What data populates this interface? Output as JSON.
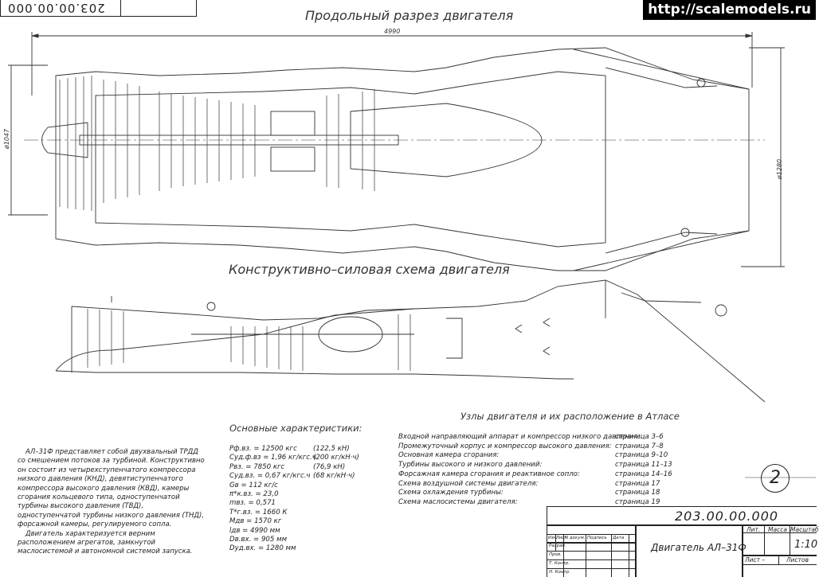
{
  "corner_stamp": {
    "number": "203.00.00.000"
  },
  "watermark": "http://scalemodels.ru",
  "section_titles": {
    "longitudinal": "Продольный разрез двигателя",
    "structural": "Конструктивно–силовая схема двигателя"
  },
  "dimensions": {
    "length": "4990",
    "diameter_front": "ø1047",
    "diameter_rear": "ø1280"
  },
  "description": [
    "АЛ–31Ф представляет собой двухвальный ТРДД со смешением потоков за турбиной. Конструктивно он состоит из четырехступенчатого компрессора низкого давления (КНД), девятиступенчатого компрессора высокого давления (КВД), камеры сгорания кольцевого типа, одноступенчатой турбины высокого давления (ТВД), одноступенчатой турбины низкого давления (ТНД), форсажной камеры, регулируемого сопла.",
    "Двигатель характеризуется верним расположением агрегатов, замкнутой маслосистемой и автономной системой запуска."
  ],
  "characteristics": {
    "title": "Основные характеристики:",
    "rows": [
      {
        "key": "Pф.вз. = 12500 кгс",
        "metric": "(122,5 кН)"
      },
      {
        "key": "Cуд.ф.вз = 1,96 кг/кгс.ч",
        "metric": "(200 кг/кН·ч)"
      },
      {
        "key": "Pвз. = 7850 кгс",
        "metric": "(76,9 кН)"
      },
      {
        "key": "Cуд.вз. = 0,67 кг/кгс.ч",
        "metric": "(68 кг/кН·ч)"
      },
      {
        "key": "Gв = 112 кг/с",
        "metric": ""
      },
      {
        "key": "π*к.вз. = 23,0",
        "metric": ""
      },
      {
        "key": "mвз. = 0,571",
        "metric": ""
      },
      {
        "key": "T*г.вз. = 1660 К",
        "metric": ""
      },
      {
        "key": "Mдв = 1570 кг",
        "metric": ""
      },
      {
        "key": "lдв = 4990 мм",
        "metric": ""
      },
      {
        "key": "Dв.вх. = 905 мм",
        "metric": ""
      },
      {
        "key": "Dуд.вх. = 1280 мм",
        "metric": ""
      }
    ]
  },
  "atlas": {
    "title": "Узлы двигателя и их расположение в Атласе",
    "rows": [
      {
        "name": "Входной направляющий аппарат и компрессор низкого давления:",
        "pages": "страница 3–6"
      },
      {
        "name": "Промежуточный корпус и компрессор высокого давления:",
        "pages": "страница 7–8"
      },
      {
        "name": "Основная камера сгорания:",
        "pages": "страница 9–10"
      },
      {
        "name": "Турбины высокого и низкого давлений:",
        "pages": "страница 11–13"
      },
      {
        "name": "Форсажная камера сгорания и реактивное сопло:",
        "pages": "страница 14–16"
      },
      {
        "name": "Схема воздушной системы двигателя:",
        "pages": "страница 17"
      },
      {
        "name": "Схема охлаждения турбины:",
        "pages": "страница 18"
      },
      {
        "name": "Схема маслосистемы двигателя:",
        "pages": "страница 19"
      }
    ]
  },
  "sheet_number": "2",
  "title_block": {
    "doc_number": "203.00.00.000",
    "name": "Двигатель АЛ–31Ф",
    "headers": {
      "izm": "Изм.",
      "list": "Лист",
      "ndokum": "N докум.",
      "podpis": "Подпись",
      "data": "Дата"
    },
    "roles": [
      "Разраб.",
      "Пров.",
      "Т. Контр.",
      "Н. Контр."
    ],
    "lit": "Лит.",
    "massa": "Масса",
    "masshtab": "Масштаб",
    "scale": "1:10",
    "sheet": "Лист –",
    "sheets": "Листов"
  },
  "colors": {
    "ink": "#222222",
    "paper": "#ffffff"
  }
}
